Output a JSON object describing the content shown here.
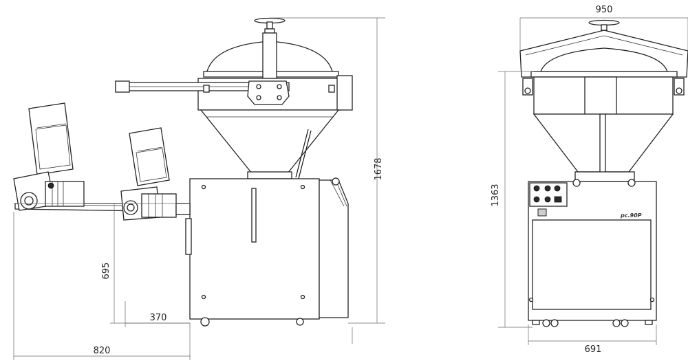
{
  "dimensions": {
    "side_height": "1678",
    "side_hopper_height": "695",
    "side_depth_front": "370",
    "side_total_depth": "820",
    "front_width_top": "950",
    "front_height": "1363",
    "front_base_width": "691"
  },
  "front_logo": "pc.90P"
}
